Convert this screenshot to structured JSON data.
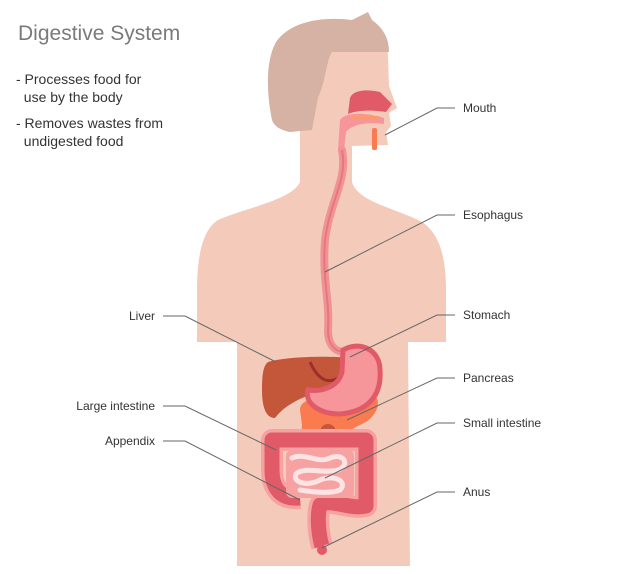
{
  "title": "Digestive System",
  "bullets": [
    {
      "line1": "- Processes food for",
      "line2": "  use by the body"
    },
    {
      "line1": "- Removes wastes from",
      "line2": "  undigested food"
    }
  ],
  "labels": {
    "mouth": "Mouth",
    "esophagus": "Esophagus",
    "liver": "Liver",
    "stomach": "Stomach",
    "pancreas": "Pancreas",
    "large_intestine": "Large intestine",
    "small_intestine": "Small intestine",
    "appendix": "Appendix",
    "anus": "Anus"
  },
  "colors": {
    "skin": "#f4cbbb",
    "hair": "#d5b2a3",
    "liver": "#c4573a",
    "stomach": "#f7969a",
    "intestine": "#e05a68",
    "pancreas": "#fb7b50"
  }
}
